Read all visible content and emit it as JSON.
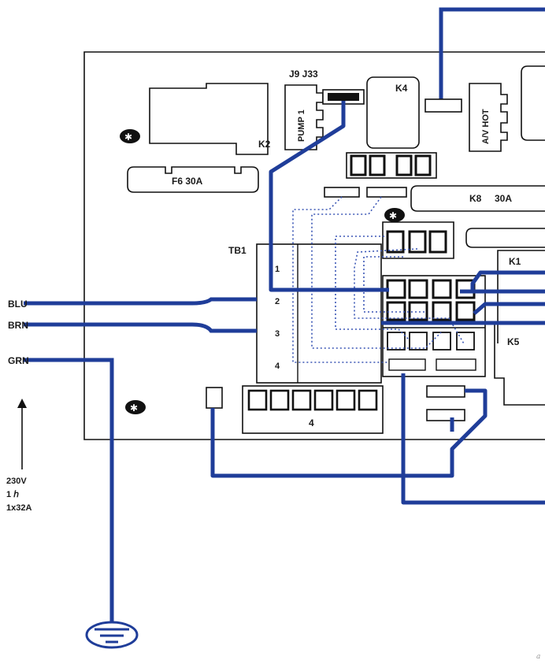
{
  "labels": {
    "j9_j33": "J9 J33",
    "k4": "K4",
    "pump1": "PUMP 1",
    "av_hot": "A/V HOT",
    "k2": "K2",
    "f6": "F6 30A",
    "k8": "K8",
    "k8_rating": "30A",
    "tb1": "TB1",
    "tb1_1": "1",
    "tb1_2": "2",
    "tb1_3": "3",
    "tb1_4": "4",
    "k1": "K1",
    "k5": "K5",
    "connector_4": "4"
  },
  "wires": {
    "blu": "BLU",
    "brn": "BRN",
    "grn": "GRN"
  },
  "supply": {
    "voltage": "230V",
    "phase": "1 ℎ",
    "fuse": "1x32A"
  },
  "colors": {
    "wire": "#1f3d99",
    "outline": "#111111",
    "dotted": "#3b57b5"
  },
  "corner_mark": "a"
}
